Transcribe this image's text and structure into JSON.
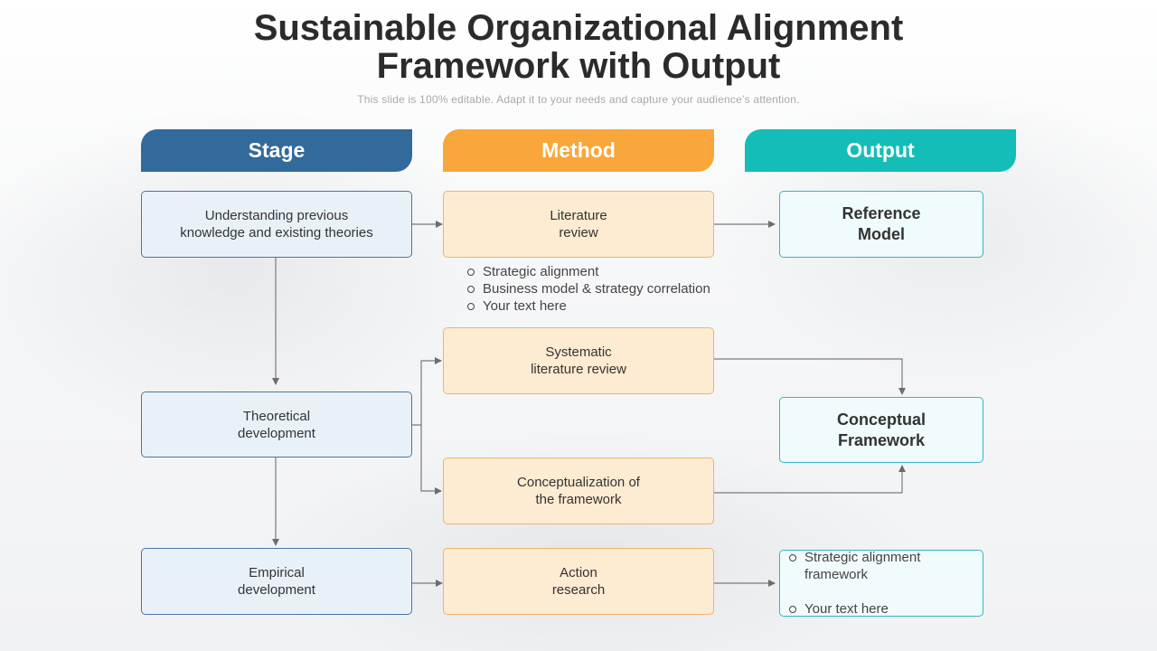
{
  "title_line1": "Sustainable Organizational Alignment",
  "title_line2": "Framework with Output",
  "subtitle": "This slide is 100% editable. Adapt it to your needs and capture your audience’s attention.",
  "colors": {
    "stage": "#326a9b",
    "method": "#f9a63a",
    "output": "#14bdb7"
  },
  "headers": {
    "stage": "Stage",
    "method": "Method",
    "output": "Output"
  },
  "stages": [
    "Understanding previous\nknowledge and existing theories",
    "Theoretical\ndevelopment",
    "Empirical\ndevelopment"
  ],
  "methods": [
    "Literature\nreview",
    "Systematic\nliterature review",
    "Conceptualization of\nthe framework",
    "Action\nresearch"
  ],
  "method_bullets": [
    "Strategic alignment",
    "Business model & strategy correlation",
    "Your text here"
  ],
  "outputs": {
    "reference": "Reference\nModel",
    "conceptual": "Conceptual\nFramework",
    "final_bullets": [
      "Strategic alignment\nframework",
      "Your text here"
    ]
  }
}
